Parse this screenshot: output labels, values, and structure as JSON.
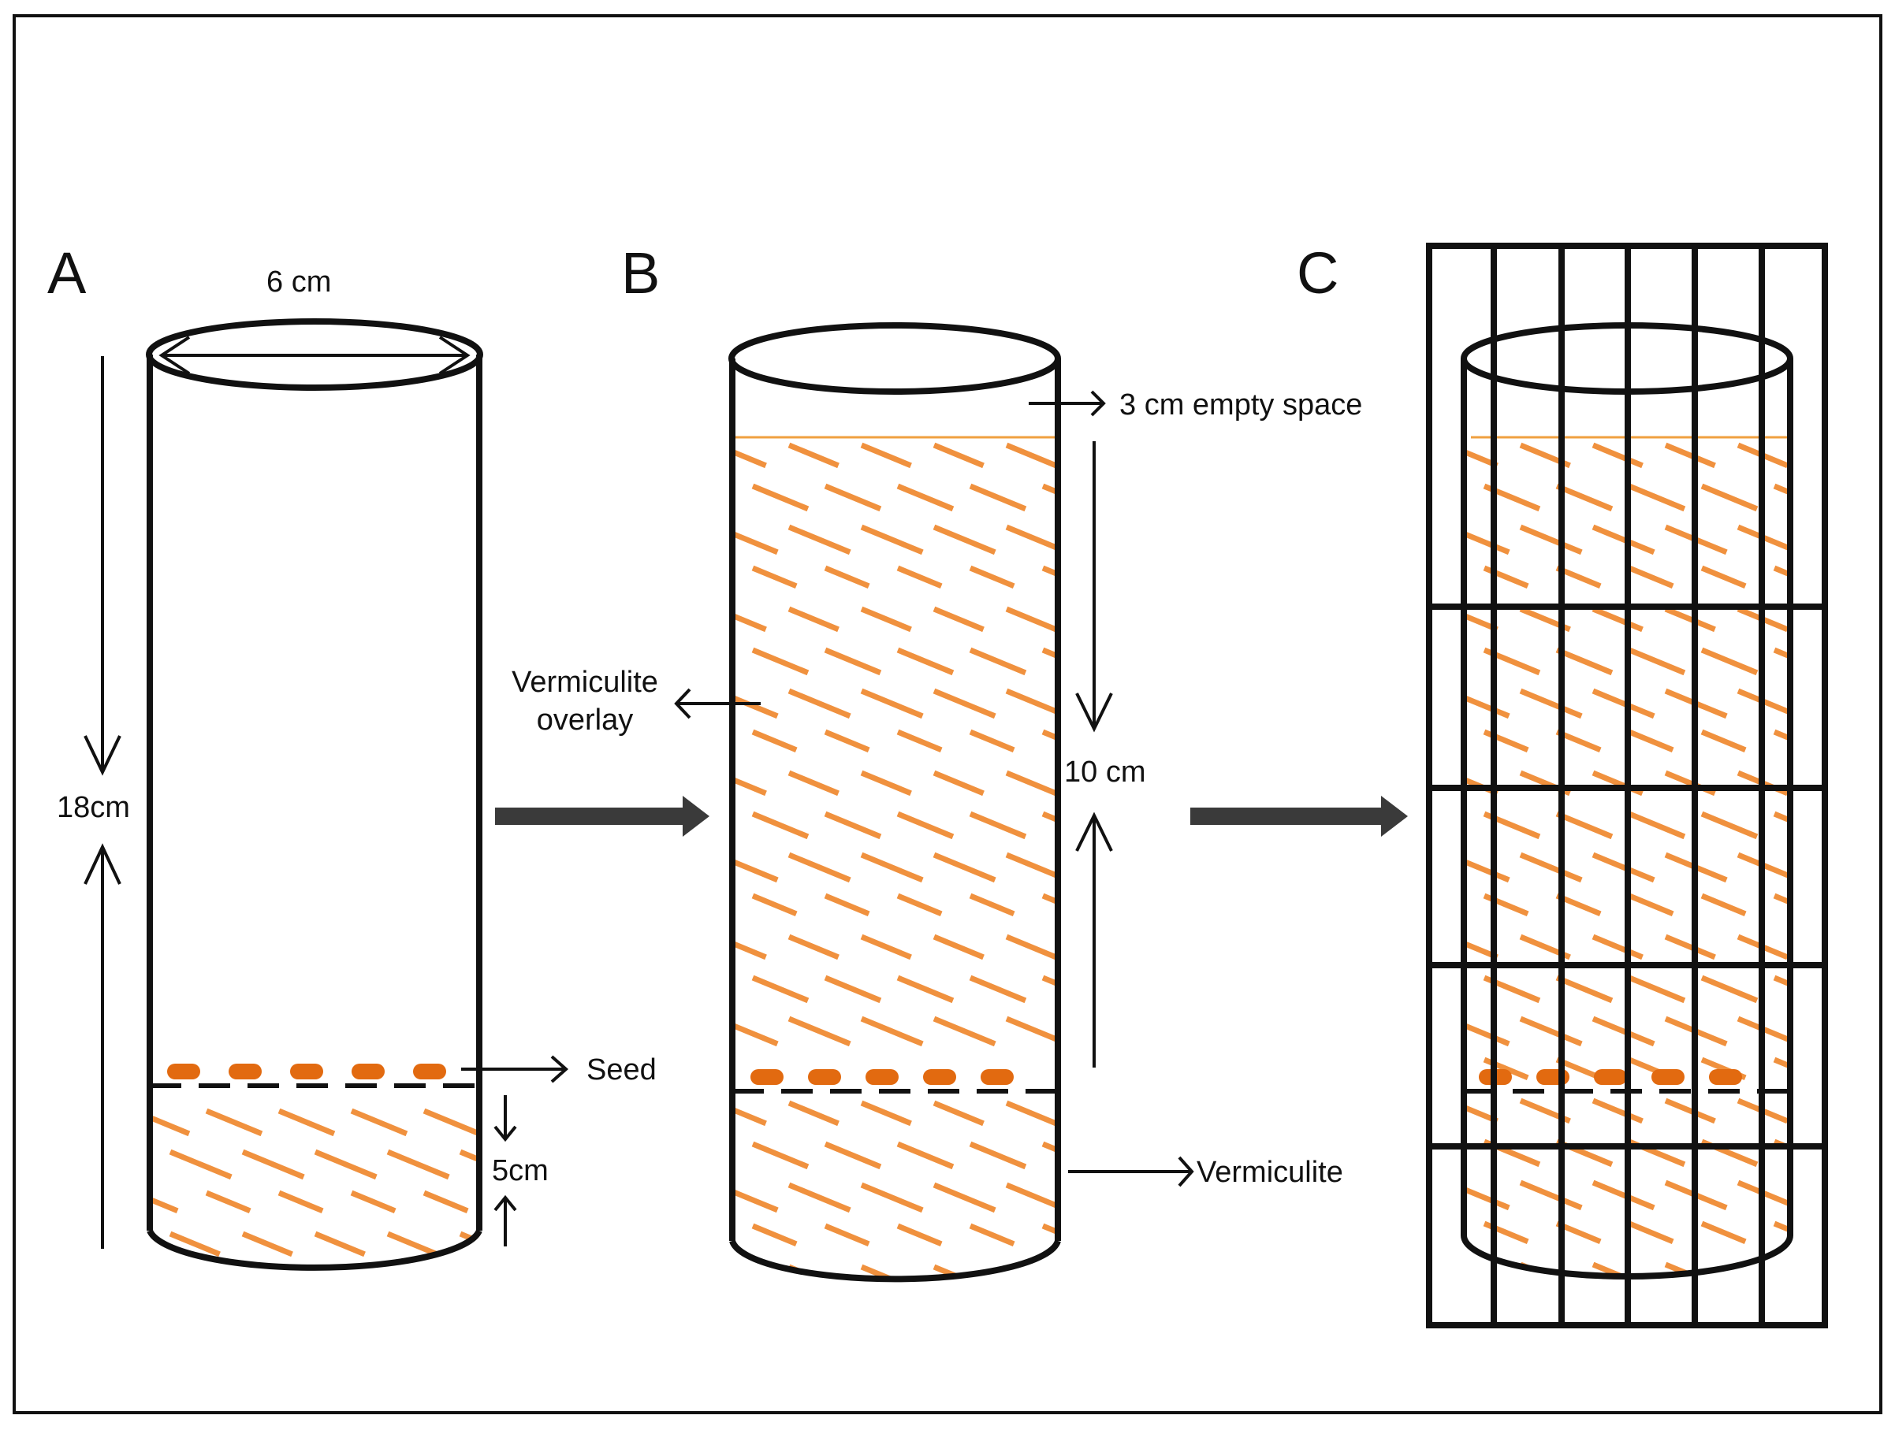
{
  "panels": {
    "a": {
      "letter": "A"
    },
    "b": {
      "letter": "B"
    },
    "c": {
      "letter": "C"
    }
  },
  "labels": {
    "diameter": "6 cm",
    "height": "18cm",
    "seed": "Seed",
    "seed_depth": "5cm",
    "empty_space": "3 cm empty space",
    "overlay": [
      "Vermiculite",
      "overlay"
    ],
    "overlay_depth": "10 cm",
    "vermiculite": "Vermiculite"
  },
  "colors": {
    "outline": "#111111",
    "vermiculite": "#f0913e",
    "seed": "#e26a10",
    "fill_line": "#f0a040",
    "process_arrow": "#3a3a3a"
  }
}
